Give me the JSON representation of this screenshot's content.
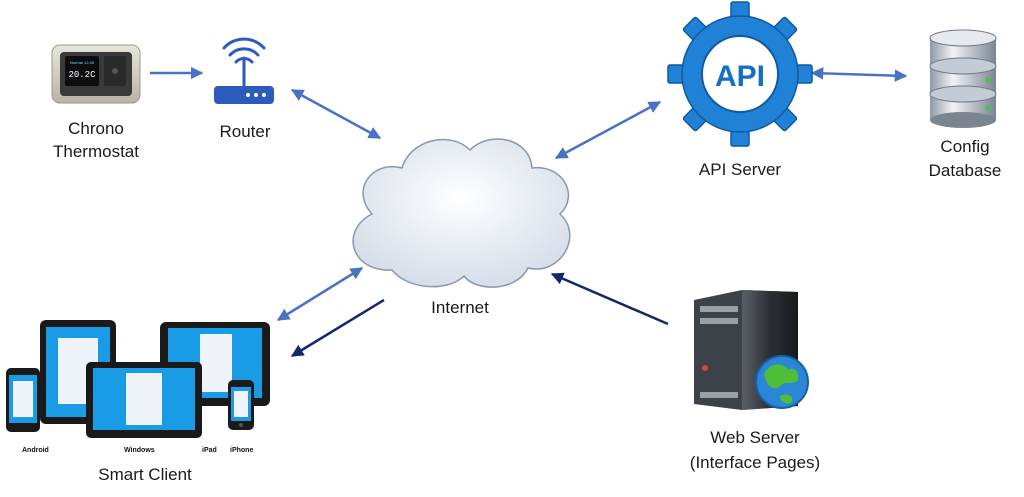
{
  "nodes": {
    "thermostat": {
      "label_line1": "Chrono",
      "label_line2": "Thermostat",
      "display_top": "Normal 12:45",
      "display_main": "20.2C"
    },
    "router": {
      "label": "Router"
    },
    "internet": {
      "label": "Internet"
    },
    "api_server": {
      "label": "API Server",
      "badge": "API"
    },
    "config_db": {
      "label_line1": "Config",
      "label_line2": "Database"
    },
    "web_server": {
      "label_line1": "Web Server",
      "label_line2": "(Interface Pages)"
    },
    "smart_client": {
      "label": "Smart Client",
      "device_labels": {
        "android": "Android",
        "windows": "Windows",
        "ipad": "iPad",
        "iphone": "iPhone"
      }
    }
  },
  "colors": {
    "arrow_light": "#4a72c4",
    "arrow_dark": "#13286b",
    "gear": "#1f82d6",
    "screen": "#1a9be6"
  }
}
